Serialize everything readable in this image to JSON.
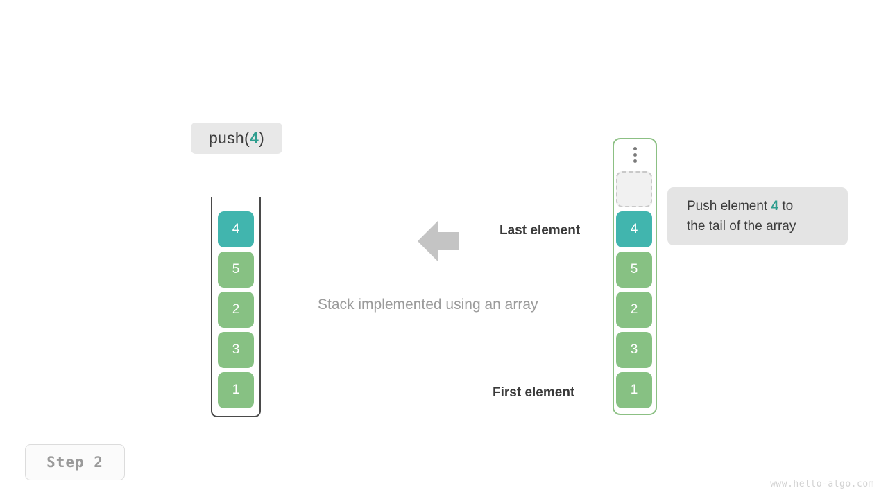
{
  "operation": {
    "prefix": "push(",
    "value": "4",
    "suffix": ")"
  },
  "stack": {
    "title": "Stack implemented using an array",
    "cells": [
      {
        "value": "4",
        "color": "teal"
      },
      {
        "value": "5",
        "color": "green"
      },
      {
        "value": "2",
        "color": "green"
      },
      {
        "value": "3",
        "color": "green"
      },
      {
        "value": "1",
        "color": "green"
      }
    ]
  },
  "array": {
    "ellipsis": "vertical-ellipsis",
    "empty_slot": "",
    "cells": [
      {
        "value": "4",
        "color": "teal"
      },
      {
        "value": "5",
        "color": "green"
      },
      {
        "value": "2",
        "color": "green"
      },
      {
        "value": "3",
        "color": "green"
      },
      {
        "value": "1",
        "color": "green"
      }
    ]
  },
  "tooltip": {
    "line1_pre": "Push element ",
    "accent": "4",
    "line1_post": " to",
    "line2": "the tail of the array"
  },
  "captions": {
    "last_element": "Last element",
    "first_element": "First element"
  },
  "step": {
    "label": "Step 2"
  },
  "watermark": {
    "text": "www.hello-algo.com"
  },
  "colors": {
    "teal": "#41b5ae",
    "green": "#87c183",
    "accent_text": "#2f9e8f",
    "arrow": "#c4c4c4",
    "label_bg": "#e8e8e8",
    "tooltip_bg": "#e4e4e4",
    "array_border": "#8cc084",
    "stack_border": "#4a4a4a"
  }
}
